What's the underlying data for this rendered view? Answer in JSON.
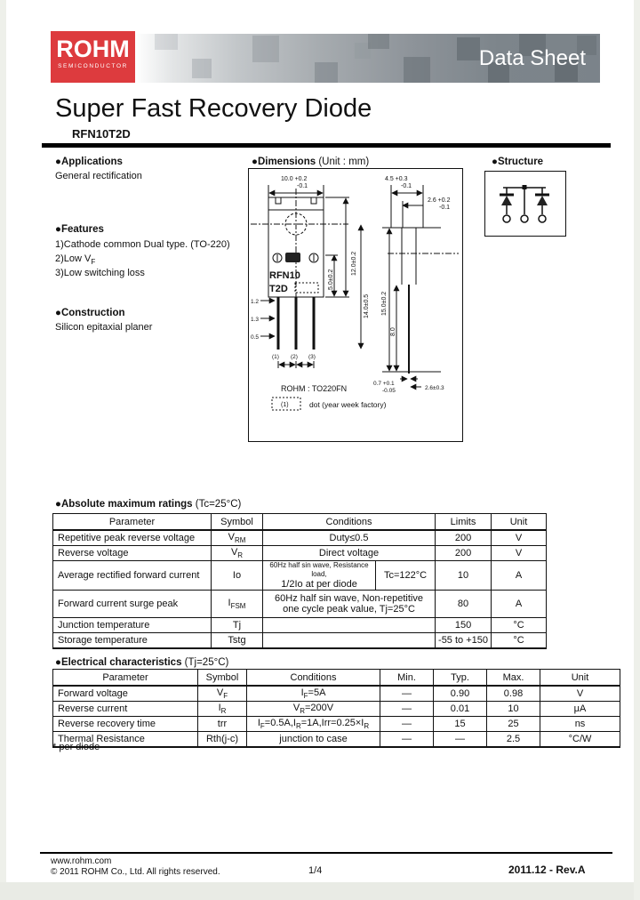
{
  "header": {
    "logo_name": "ROHM",
    "logo_sub": "SEMICONDUCTOR",
    "logo_color": "#dd3b3e",
    "banner_label": "Data Sheet",
    "title": "Super Fast Recovery Diode",
    "part_number": "RFN10T2D"
  },
  "applications": {
    "heading": "●Applications",
    "body": "General rectification"
  },
  "features": {
    "heading": "●Features",
    "item1": "1)Cathode common Dual type. (TO-220)",
    "item2_main": "2)Low V",
    "item2_sub": "F",
    "item3": "3)Low switching loss"
  },
  "construction": {
    "heading": "●Construction",
    "body": "Silicon epitaxial planer"
  },
  "dimensions": {
    "heading": "●Dimensions",
    "unit_note": " (Unit : mm)",
    "marking_line1": "RFN10",
    "marking_line2": "T2D",
    "package_name": "ROHM : TO220FN",
    "dot_box": "(1)",
    "dot_note": "dot (year week factory)",
    "pins": {
      "p1": "(1)",
      "p2": "(2)",
      "p3": "(3)"
    },
    "labels": {
      "width_top": "10.0 +0.2",
      "width_top2": "-0.1",
      "body_h": "12.0±0.2",
      "body_h2": "5.0±0.2",
      "lead_len": "14.0±0.5",
      "lead1": "1.2",
      "lead2": "1.3",
      "lead3": "0.5",
      "side_w": "4.5 +0.3",
      "side_w2": "-0.1",
      "side_w3": "2.6 +0.2",
      "side_w4": "-0.1",
      "side_h": "15.0±0.2",
      "side_h2": "8.0",
      "lead_t": "0.7 +0.1",
      "lead_t2": "-0.05",
      "lead_w": "2.6±0.3"
    }
  },
  "structure": {
    "heading": "●Structure"
  },
  "amr": {
    "heading": "●Absolute maximum ratings",
    "cond_note": " (Tc=25°C)",
    "headers": {
      "parameter": "Parameter",
      "symbol": "Symbol",
      "conditions": "Conditions",
      "limits": "Limits",
      "unit": "Unit"
    },
    "rows": [
      {
        "parameter": "Repetitive peak reverse voltage",
        "sym": "V",
        "sym_sub": "RM",
        "cond": "Duty≤0.5",
        "limit": "200",
        "unit": "V"
      },
      {
        "parameter": "Reverse voltage",
        "sym": "V",
        "sym_sub": "R",
        "cond": "Direct voltage",
        "limit": "200",
        "unit": "V"
      },
      {
        "parameter": "Average rectified forward current",
        "sym": "Io",
        "cond_small": "60Hz half sin wave, Resistance load,",
        "cond_line2": "1/2Io at per diode",
        "cond_right": "Tc=122°C",
        "limit": "10",
        "unit": "A"
      },
      {
        "parameter": "Forward current surge peak",
        "sym": "I",
        "sym_sub": "FSM",
        "cond_line1": "60Hz half sin wave, Non-repetitive",
        "cond_line2": "one cycle peak value, Tj=25°C",
        "limit": "80",
        "unit": "A"
      },
      {
        "parameter": "Junction temperature",
        "sym": "Tj",
        "cond": "",
        "limit": "150",
        "unit": "°C"
      },
      {
        "parameter": "Storage temperature",
        "sym": "Tstg",
        "cond": "",
        "limit": "-55 to +150",
        "unit": "°C"
      }
    ]
  },
  "ec": {
    "heading": "●Electrical characteristics",
    "cond_note": " (Tj=25°C)",
    "headers": {
      "parameter": "Parameter",
      "symbol": "Symbol",
      "conditions": "Conditions",
      "min": "Min.",
      "typ": "Typ.",
      "max": "Max.",
      "unit": "Unit"
    },
    "rows": [
      {
        "parameter": "Forward voltage",
        "sym": "V",
        "sym_sub": "F",
        "c1": "I",
        "c2": "F",
        "c3": "=5A",
        "min": "—",
        "typ": "0.90",
        "max": "0.98",
        "unit": "V"
      },
      {
        "parameter": "Reverse current",
        "sym": "I",
        "sym_sub": "R",
        "c1": "V",
        "c2": "R",
        "c3": "=200V",
        "min": "—",
        "typ": "0.01",
        "max": "10",
        "unit": "μA"
      },
      {
        "parameter": "Reverse recovery time",
        "sym": "trr",
        "c1": "I",
        "c2": "F",
        "c3": "=0.5A,I",
        "c4": "R",
        "c5": "=1A,Irr=0.25×I",
        "c6": "R",
        "min": "—",
        "typ": "15",
        "max": "25",
        "unit": "ns"
      },
      {
        "parameter": "Thermal Resistance",
        "sym": "Rth(j-c)",
        "c1": "junction to case",
        "min": "—",
        "typ": "—",
        "max": "2.5",
        "unit": "°C/W"
      }
    ],
    "footnote": "* per diode"
  },
  "footer": {
    "url": "www.rohm.com",
    "copyright": "© 2011  ROHM Co., Ltd. All rights reserved.",
    "page": "1/4",
    "revision": "2011.12 -  Rev.A"
  }
}
